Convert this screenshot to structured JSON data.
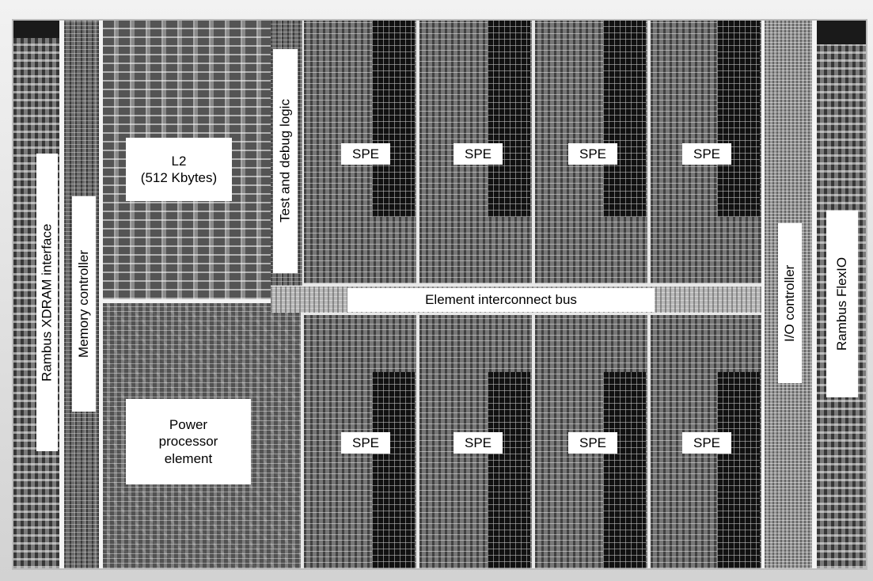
{
  "title": "",
  "labels": {
    "xdram": "Rambus XDRAM interface",
    "memory_controller": "Memory controller",
    "l2_line1": "L2",
    "l2_line2": "(512 Kbytes)",
    "test_debug": "Test and debug logic",
    "ppe_line1": "Power",
    "ppe_line2": "processor",
    "ppe_line3": "element",
    "eib": "Element interconnect bus",
    "io_controller": "I/O controller",
    "flexio": "Rambus FlexIO",
    "spe_top": [
      "SPE",
      "SPE",
      "SPE",
      "SPE"
    ],
    "spe_bottom": [
      "SPE",
      "SPE",
      "SPE",
      "SPE"
    ]
  },
  "colors": {
    "label_bg": "#ffffff",
    "frame": "#d2d2d2",
    "die_dark": "#111111"
  }
}
